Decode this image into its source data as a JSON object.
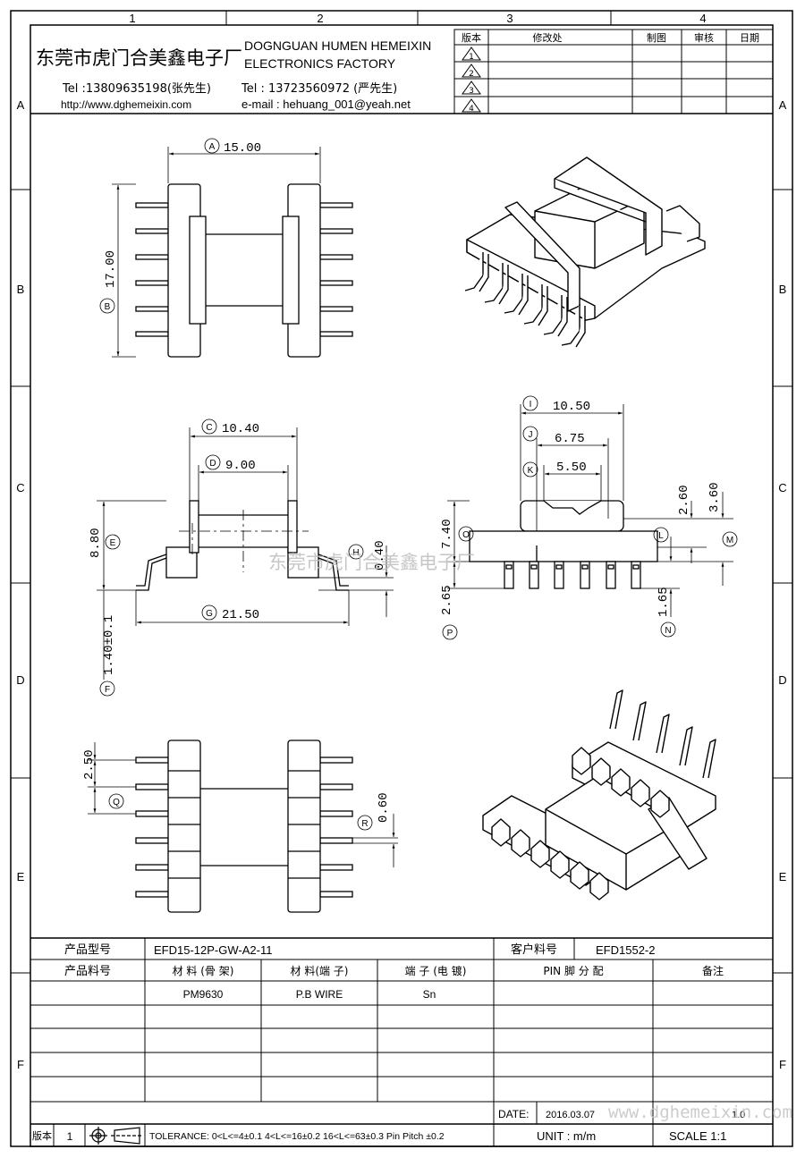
{
  "title_block": {
    "company_cn": "东莞市虎门合美鑫电子厂",
    "company_en_1": "DOGNGUAN HUMEN HEMEIXIN",
    "company_en_2": "ELECTRONICS FACTORY",
    "tel_1": "Tel :13809635198(张先生)",
    "tel_2": "Tel : 13723560972 (严先生)",
    "web": "http://www.dghemeixin.com",
    "email": "e-mail : hehuang_001@yeah.net"
  },
  "revision_table": {
    "headers": [
      "版本",
      "修改处",
      "制图",
      "审核",
      "日期"
    ],
    "rows": [
      "1",
      "2",
      "3",
      "4"
    ]
  },
  "grid": {
    "columns": [
      "1",
      "2",
      "3",
      "4"
    ],
    "rows": [
      "A",
      "B",
      "C",
      "D",
      "E",
      "F"
    ]
  },
  "dimensions": {
    "A": "15.00",
    "B": "17.00",
    "C": "10.40",
    "D": "9.00",
    "E": "8.80",
    "F": "1.40±0.1",
    "G": "21.50",
    "H": "0.40",
    "I": "10.50",
    "J": "6.75",
    "K": "5.50",
    "L": "2.60",
    "M": "3.60",
    "N": "1.65",
    "O": "7.40",
    "P": "2.65",
    "Q": "2.50",
    "R": "0.60"
  },
  "watermark_center": "东莞市虎门合美鑫电子厂",
  "watermark_bottom": "www.dghemeixin.com",
  "spec_table": {
    "product_model_label": "产品型号",
    "product_model": "EFD15-12P-GW-A2-11",
    "customer_part_label": "客户料号",
    "customer_part": "EFD1552-2",
    "product_part_label": "产品料号",
    "material_bobbin_label": "材 料 (骨 架)",
    "material_pin_label": "材 料(端 子)",
    "plating_label": "端 子 (电 镀)",
    "pin_assign_label": "PIN 脚 分 配",
    "remarks_label": "备注",
    "material_bobbin": "PM9630",
    "material_pin": "P.B WIRE",
    "plating": "Sn"
  },
  "footer": {
    "date_label": "DATE:",
    "date": "2016.03.07",
    "version_label": "版本",
    "version": "1",
    "tolerance": "TOLERANCE:  0<L<=4±0.1  4<L<=16±0.2  16<L<=63±0.3  Pin Pitch  ±0.2",
    "unit": "UNIT :  m/m",
    "scale": "SCALE  1:1",
    "page": "1.0"
  }
}
